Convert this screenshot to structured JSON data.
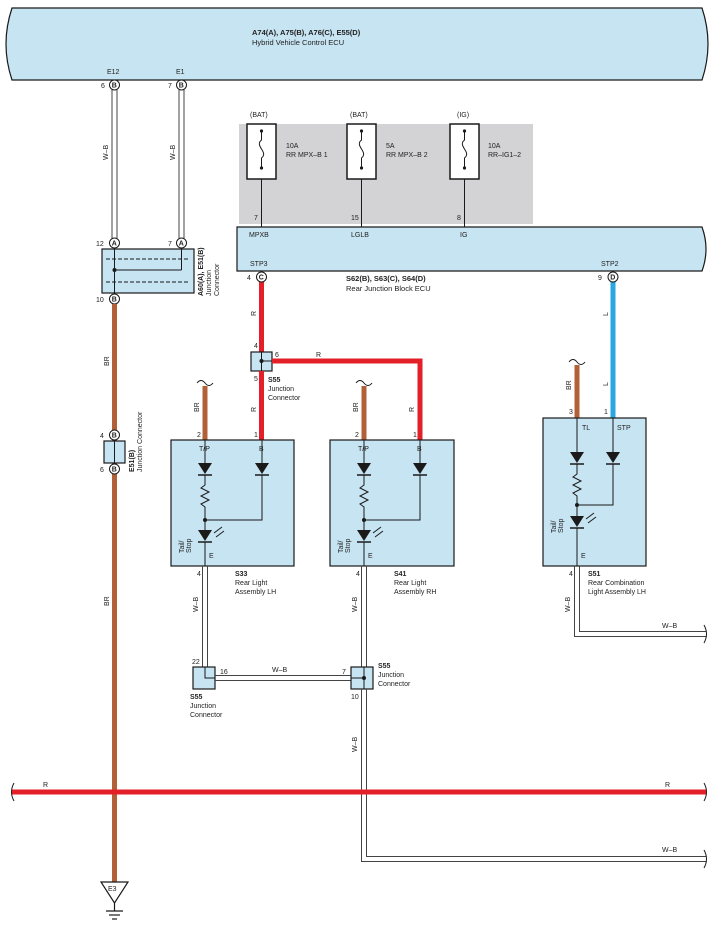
{
  "colors": {
    "box_fill": "#c7e4f2",
    "fuse_bg": "#d3d3d5",
    "wire_r": "#e32028",
    "wire_br": "#b26038",
    "wire_l": "#2aa6e0",
    "wire_wb": "#444444",
    "outline": "#1a1a1a"
  },
  "ecu_top": {
    "connectors": "A74(A), A75(B), A76(C), E55(D)",
    "name": "Hybrid Vehicle Control ECU",
    "pins": [
      {
        "label": "E12",
        "num": "6",
        "conn": "B",
        "wire": "W–B"
      },
      {
        "label": "E1",
        "num": "7",
        "conn": "B",
        "wire": "W–B"
      }
    ]
  },
  "fuses": [
    {
      "source": "(BAT)",
      "rating": "10A",
      "name": "RR MPX–B 1",
      "pin": "7",
      "terminal": "MPXB"
    },
    {
      "source": "(BAT)",
      "rating": "5A",
      "name": "RR MPX–B 2",
      "pin": "15",
      "terminal": "LGLB"
    },
    {
      "source": "(IG)",
      "rating": "10A",
      "name": "RR–IG1–2",
      "pin": "8",
      "terminal": "IG"
    }
  ],
  "rear_ecu": {
    "connectors": "S62(B), S63(C), S64(D)",
    "name": "Rear Junction Block ECU",
    "stp3": {
      "label": "STP3",
      "num": "4",
      "conn": "C"
    },
    "stp2": {
      "label": "STP2",
      "num": "9",
      "conn": "D"
    }
  },
  "jc_top": {
    "id": "A60(A), E51(B)",
    "name1": "Junction",
    "name2": "Connector",
    "pin12": "12",
    "pin7": "7",
    "pin10": "10",
    "conn_a": "A",
    "conn_b": "B"
  },
  "jc_e51": {
    "id": "E51(B)",
    "name": "Junction Connector",
    "pin4": "4",
    "pin6": "6",
    "conn": "B"
  },
  "s55_top": {
    "id": "S55",
    "name1": "Junction",
    "name2": "Connector",
    "pin4": "4",
    "pin5": "5",
    "pin6": "6"
  },
  "s55_left": {
    "id": "S55",
    "name1": "Junction",
    "name2": "Connector",
    "pin22": "22",
    "pin16": "16"
  },
  "s55_right": {
    "id": "S55",
    "name1": "Junction",
    "name2": "Connector",
    "pin7": "7",
    "pin10": "10"
  },
  "lamps": {
    "s33": {
      "id": "S33",
      "name1": "Rear Light",
      "name2": "Assembly LH",
      "tp": "T/P",
      "b": "B",
      "e": "E",
      "pin2": "2",
      "pin1": "1",
      "pin4": "4",
      "func1": "Tail/",
      "func2": "Stop"
    },
    "s41": {
      "id": "S41",
      "name1": "Rear Light",
      "name2": "Assembly RH",
      "tp": "T/P",
      "b": "B",
      "e": "E",
      "pin2": "2",
      "pin1": "1",
      "pin4": "4",
      "func1": "Tail/",
      "func2": "Stop"
    },
    "s51": {
      "id": "S51",
      "name1": "Rear Combination",
      "name2": "Light Assembly LH",
      "tl": "TL",
      "stp": "STP",
      "e": "E",
      "pin3": "3",
      "pin1": "1",
      "pin4": "4",
      "func1": "Tail/",
      "func2": "Stop"
    }
  },
  "wire_labels": {
    "r": "R",
    "br": "BR",
    "l": "L",
    "wb": "W–B"
  },
  "ground": {
    "id": "E3"
  }
}
